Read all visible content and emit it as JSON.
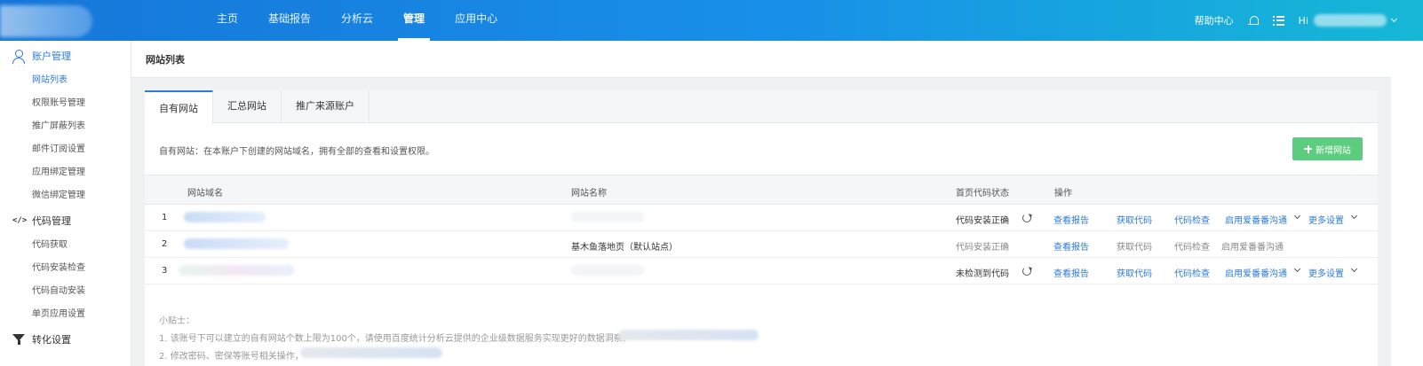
{
  "topbar": {
    "nav": [
      {
        "label": "主页",
        "active": false
      },
      {
        "label": "基础报告",
        "active": false
      },
      {
        "label": "分析云",
        "active": false
      },
      {
        "label": "管理",
        "active": true
      },
      {
        "label": "应用中心",
        "active": false
      }
    ],
    "help": "帮助中心",
    "greeting": "Hi"
  },
  "sidebar": {
    "groups": [
      {
        "label": "账户管理",
        "icon": "user-icon",
        "items": [
          "网站列表",
          "权限账号管理",
          "推广屏蔽列表",
          "邮件订阅设置",
          "应用绑定管理",
          "微信绑定管理"
        ]
      },
      {
        "label": "代码管理",
        "icon": "code-icon",
        "items": [
          "代码获取",
          "代码安装检查",
          "代码自动安装",
          "单页应用设置"
        ]
      },
      {
        "label": "转化设置",
        "icon": "filter-icon",
        "items": []
      }
    ],
    "code_icon_glyph": "</>"
  },
  "page": {
    "title": "网站列表"
  },
  "tabs": [
    "自有网站",
    "汇总网站",
    "推广来源账户"
  ],
  "description": "自有网站：在本账户下创建的网站域名，拥有全部的查看和设置权限。",
  "add_button": "新增网站",
  "table": {
    "headers": [
      "网站域名",
      "网站名称",
      "首页代码状态",
      "操作"
    ],
    "rows": [
      {
        "index": "1",
        "name": "",
        "status": "代码安装正确",
        "status_grey": false,
        "refresh": true,
        "actions": [
          "查看报告",
          "获取代码",
          "代码检查",
          "启用爱番番沟通",
          "更多设置"
        ],
        "enabled": true
      },
      {
        "index": "2",
        "name": "基木鱼落地页（默认站点）",
        "status": "代码安装正确",
        "status_grey": true,
        "refresh": false,
        "actions": [
          "查看报告",
          "获取代码",
          "代码检查",
          "启用爱番番沟通"
        ],
        "enabled": false
      },
      {
        "index": "3",
        "name": "",
        "status": "未检测到代码",
        "status_grey": false,
        "refresh": true,
        "actions": [
          "查看报告",
          "获取代码",
          "代码检查",
          "启用爱番番沟通",
          "更多设置"
        ],
        "enabled": true
      }
    ]
  },
  "tips": {
    "title": "小贴士：",
    "items": [
      "1. 该账号下可以建立的自有网站个数上限为100个，请使用百度统计分析云提供的企业级数据服务实现更好的数据洞察。",
      "2. 修改密码、密保等账号相关操作，"
    ]
  },
  "colors": {
    "accent": "#2d7bd9",
    "add_button": "#5ccd7e",
    "topbar_start": "#1676d9",
    "topbar_end": "#16b8d6"
  }
}
